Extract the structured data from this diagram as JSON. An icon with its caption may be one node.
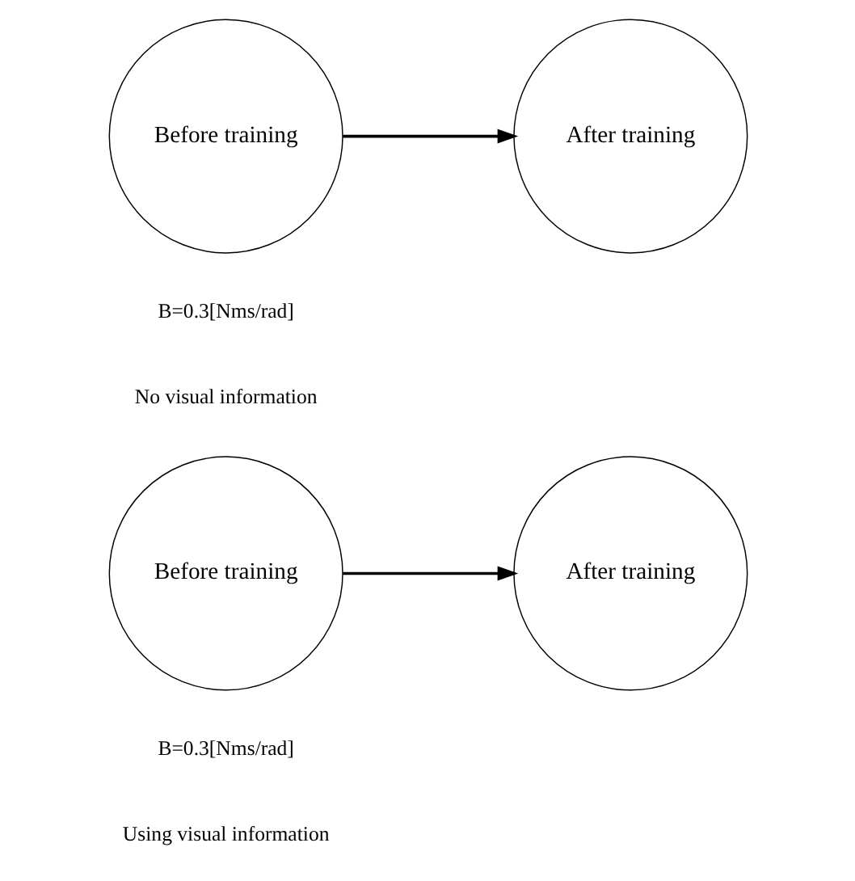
{
  "diagram": {
    "nodes": [
      {
        "text": [
          "Before training"
        ]
      },
      {
        "text": [
          "After training"
        ]
      },
      {
        "text": [
          "Before training"
        ]
      },
      {
        "text": [
          "After training"
        ]
      }
    ],
    "edges": [
      {
        "from": 0,
        "to": 1,
        "arrow": "to"
      },
      {
        "from": 2,
        "to": 3,
        "arrow": "to"
      }
    ],
    "labels": [
      "B=0.3[Nms/rad]",
      "No visual information",
      "B=0.3[Nms/rad]",
      "Using visual information"
    ]
  }
}
